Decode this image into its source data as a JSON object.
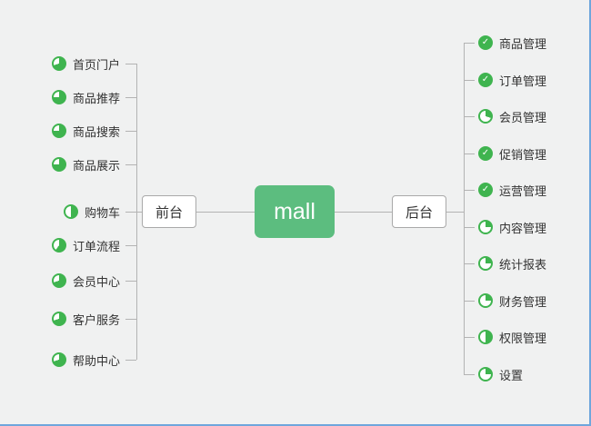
{
  "center": {
    "label": "mall"
  },
  "left_branch": {
    "label": "前台",
    "items": [
      {
        "label": "首页门户",
        "icon": "progress-pie-icon",
        "progress": 70
      },
      {
        "label": "商品推荐",
        "icon": "progress-pie-icon",
        "progress": 75
      },
      {
        "label": "商品搜索",
        "icon": "progress-pie-icon",
        "progress": 75
      },
      {
        "label": "商品展示",
        "icon": "progress-pie-icon",
        "progress": 75
      },
      {
        "label": "购物车",
        "icon": "progress-pie-icon",
        "progress": 50
      },
      {
        "label": "订单流程",
        "icon": "progress-pie-icon",
        "progress": 60
      },
      {
        "label": "会员中心",
        "icon": "progress-pie-icon",
        "progress": 70
      },
      {
        "label": "客户服务",
        "icon": "progress-pie-icon",
        "progress": 70
      },
      {
        "label": "帮助中心",
        "icon": "progress-pie-icon",
        "progress": 70
      }
    ]
  },
  "right_branch": {
    "label": "后台",
    "items": [
      {
        "label": "商品管理",
        "icon": "check-circle-icon"
      },
      {
        "label": "订单管理",
        "icon": "check-circle-icon"
      },
      {
        "label": "会员管理",
        "icon": "progress-pie-icon",
        "progress": 30
      },
      {
        "label": "促销管理",
        "icon": "check-circle-icon"
      },
      {
        "label": "运营管理",
        "icon": "check-circle-icon"
      },
      {
        "label": "内容管理",
        "icon": "progress-pie-icon",
        "progress": 25
      },
      {
        "label": "统计报表",
        "icon": "progress-pie-icon",
        "progress": 25
      },
      {
        "label": "财务管理",
        "icon": "progress-pie-icon",
        "progress": 25
      },
      {
        "label": "权限管理",
        "icon": "progress-pie-icon",
        "progress": 50
      },
      {
        "label": "设置",
        "icon": "progress-pie-icon",
        "progress": 25
      }
    ]
  },
  "icons": {
    "check_glyph": "✓"
  },
  "colors": {
    "background": "#f0f1f1",
    "frame_border": "#6ea6dc",
    "center_node_bg": "#5cbd7f",
    "center_node_text": "#ffffff",
    "branch_node_bg": "#ffffff",
    "branch_node_border": "#a9a9a9",
    "line": "#b3b3b3",
    "icon_green": "#3fb44f",
    "text": "#333333"
  }
}
